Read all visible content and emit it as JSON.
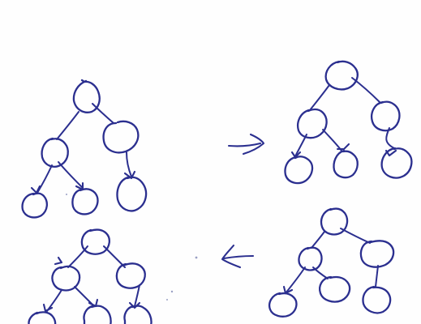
{
  "page": {
    "background": "#ffffff",
    "ink_color": "#2b2f8f",
    "faint_ink_color": "#9aa0c4"
  },
  "diagram": {
    "kind": "hand-drawn sequence of binary tree shapes",
    "panels": [
      {
        "id": "tree-a",
        "nodes": 6,
        "node_labels": []
      },
      {
        "id": "tree-b",
        "nodes": 6,
        "node_labels": []
      },
      {
        "id": "tree-c",
        "nodes": 6,
        "node_labels": []
      },
      {
        "id": "tree-d",
        "nodes": 6,
        "node_labels": []
      }
    ],
    "arrows": [
      {
        "id": "arrow-right",
        "direction": "right",
        "from": "tree-a",
        "to": "tree-b"
      },
      {
        "id": "arrow-left",
        "direction": "left",
        "from": "tree-c",
        "to": "tree-d"
      }
    ]
  }
}
